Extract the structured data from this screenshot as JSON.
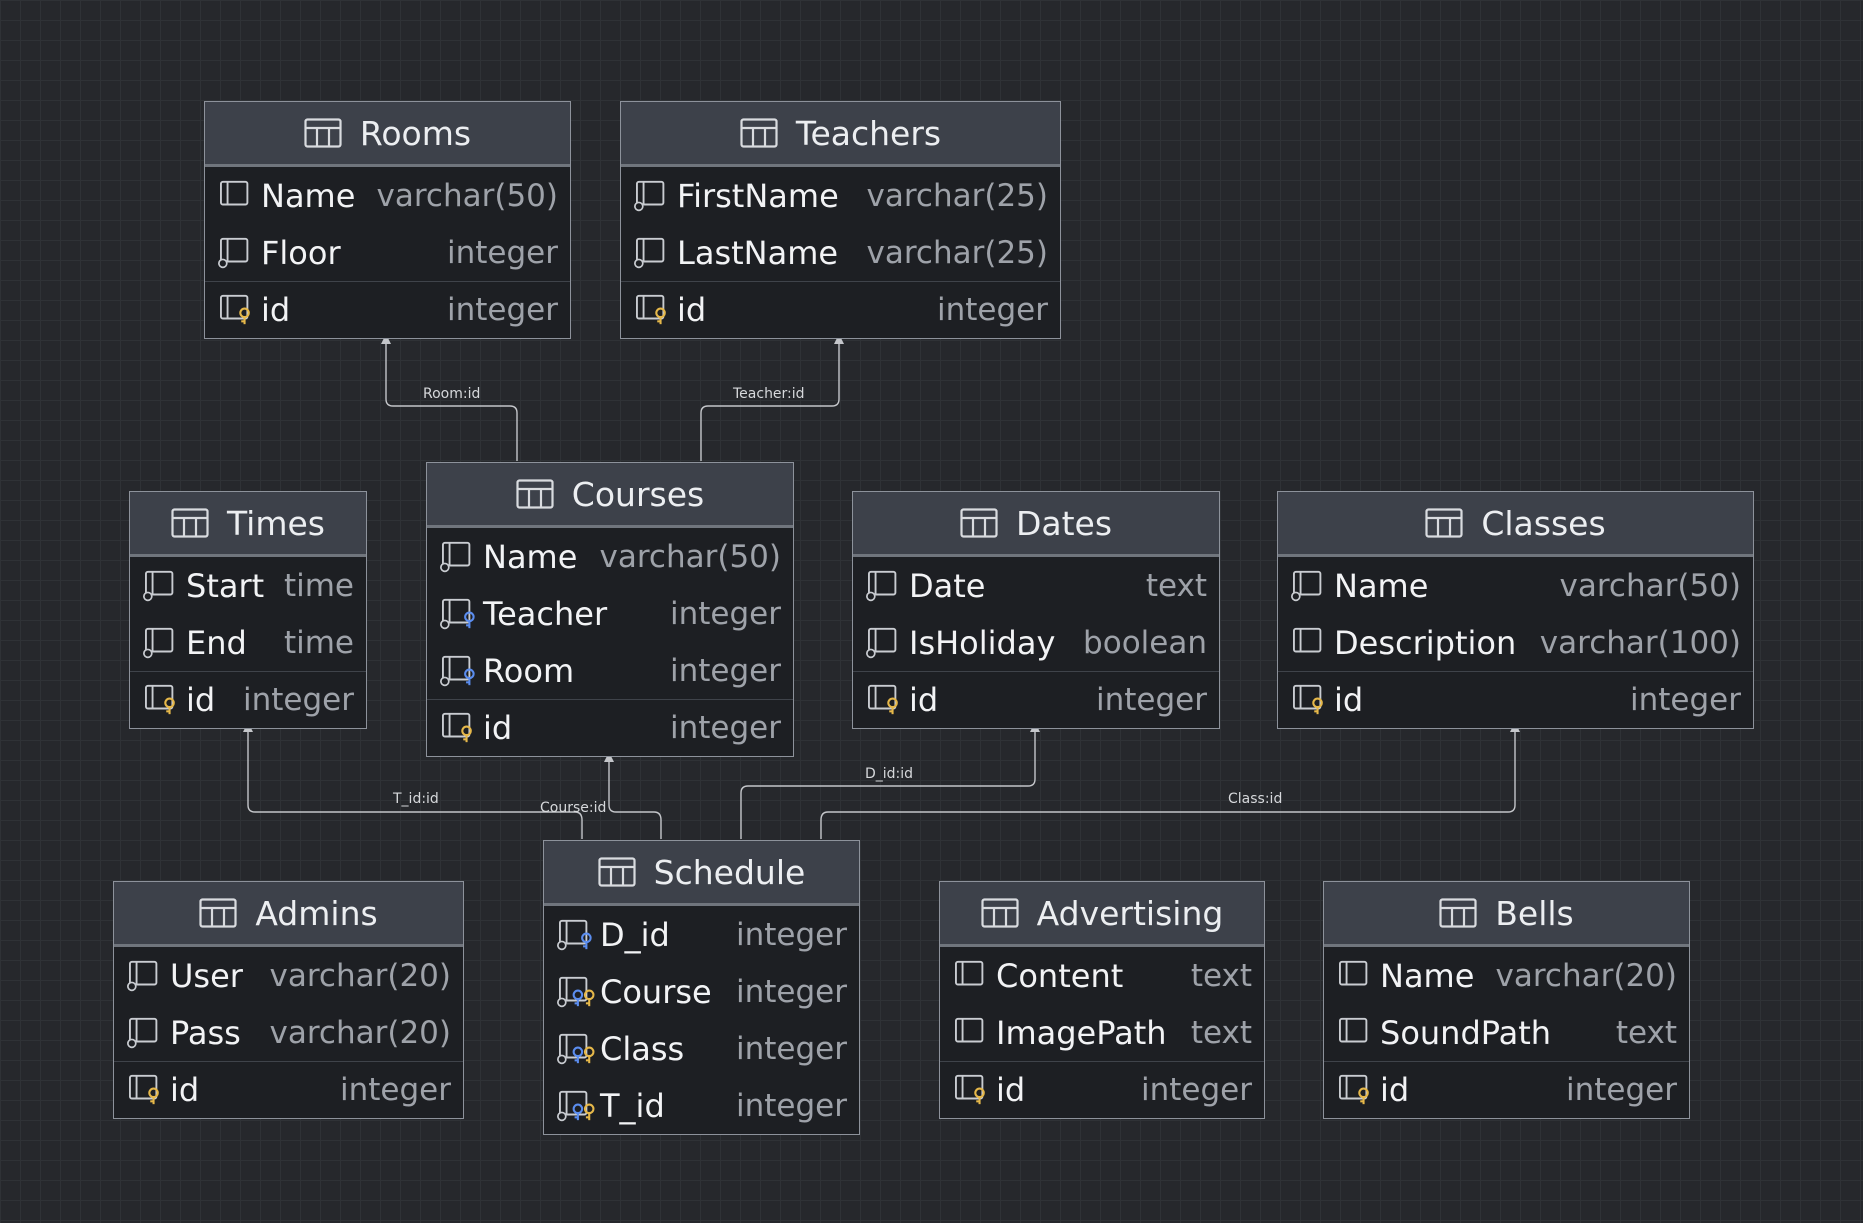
{
  "entities": {
    "rooms": {
      "name": "Rooms",
      "fields": [
        {
          "name": "Name",
          "type": "varchar(50)",
          "kind": "plain"
        },
        {
          "name": "Floor",
          "type": "integer",
          "kind": "nullable"
        },
        {
          "name": "id",
          "type": "integer",
          "kind": "pk"
        }
      ]
    },
    "teachers": {
      "name": "Teachers",
      "fields": [
        {
          "name": "FirstName",
          "type": "varchar(25)",
          "kind": "nullable"
        },
        {
          "name": "LastName",
          "type": "varchar(25)",
          "kind": "nullable"
        },
        {
          "name": "id",
          "type": "integer",
          "kind": "pk"
        }
      ]
    },
    "times": {
      "name": "Times",
      "fields": [
        {
          "name": "Start",
          "type": "time",
          "kind": "nullable"
        },
        {
          "name": "End",
          "type": "time",
          "kind": "nullable"
        },
        {
          "name": "id",
          "type": "integer",
          "kind": "pk"
        }
      ]
    },
    "courses": {
      "name": "Courses",
      "fields": [
        {
          "name": "Name",
          "type": "varchar(50)",
          "kind": "nullable"
        },
        {
          "name": "Teacher",
          "type": "integer",
          "kind": "fk"
        },
        {
          "name": "Room",
          "type": "integer",
          "kind": "fk"
        },
        {
          "name": "id",
          "type": "integer",
          "kind": "pk"
        }
      ]
    },
    "dates": {
      "name": "Dates",
      "fields": [
        {
          "name": "Date",
          "type": "text",
          "kind": "nullable"
        },
        {
          "name": "IsHoliday",
          "type": "boolean",
          "kind": "nullable"
        },
        {
          "name": "id",
          "type": "integer",
          "kind": "pk"
        }
      ]
    },
    "classes": {
      "name": "Classes",
      "fields": [
        {
          "name": "Name",
          "type": "varchar(50)",
          "kind": "nullable"
        },
        {
          "name": "Description",
          "type": "varchar(100)",
          "kind": "plain"
        },
        {
          "name": "id",
          "type": "integer",
          "kind": "pk"
        }
      ]
    },
    "admins": {
      "name": "Admins",
      "fields": [
        {
          "name": "User",
          "type": "varchar(20)",
          "kind": "nullable"
        },
        {
          "name": "Pass",
          "type": "varchar(20)",
          "kind": "nullable"
        },
        {
          "name": "id",
          "type": "integer",
          "kind": "pk"
        }
      ]
    },
    "schedule": {
      "name": "Schedule",
      "fields": [
        {
          "name": "D_id",
          "type": "integer",
          "kind": "fk"
        },
        {
          "name": "Course",
          "type": "integer",
          "kind": "pkfk"
        },
        {
          "name": "Class",
          "type": "integer",
          "kind": "pkfk"
        },
        {
          "name": "T_id",
          "type": "integer",
          "kind": "pkfk"
        }
      ]
    },
    "advertising": {
      "name": "Advertising",
      "fields": [
        {
          "name": "Content",
          "type": "text",
          "kind": "plain"
        },
        {
          "name": "ImagePath",
          "type": "text",
          "kind": "plain"
        },
        {
          "name": "id",
          "type": "integer",
          "kind": "pk"
        }
      ]
    },
    "bells": {
      "name": "Bells",
      "fields": [
        {
          "name": "Name",
          "type": "varchar(20)",
          "kind": "plain"
        },
        {
          "name": "SoundPath",
          "type": "text",
          "kind": "plain"
        },
        {
          "name": "id",
          "type": "integer",
          "kind": "pk"
        }
      ]
    }
  },
  "relations": [
    {
      "label": "Room:id"
    },
    {
      "label": "Teacher:id"
    },
    {
      "label": "T_id:id"
    },
    {
      "label": "Course:id"
    },
    {
      "label": "D_id:id"
    },
    {
      "label": "Class:id"
    }
  ],
  "colors": {
    "pk_key": "#e6b84a",
    "fk_key": "#5b8def",
    "edge": "#c4c6ca"
  }
}
